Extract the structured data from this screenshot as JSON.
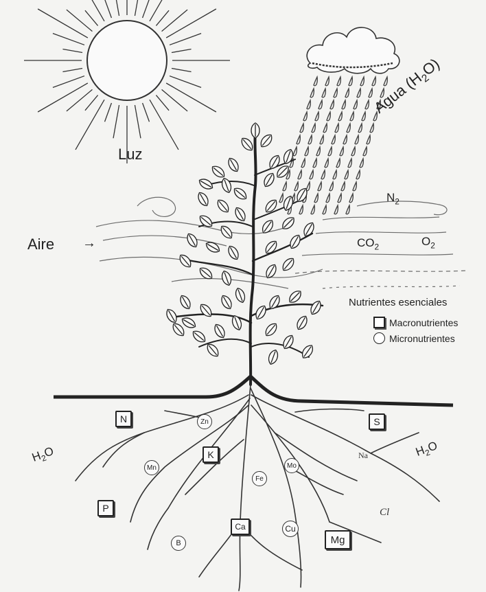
{
  "labels": {
    "light": "Luz",
    "water": "Agua (H",
    "water_sub": "2",
    "water_end": "O)",
    "air": "Aire",
    "n2": "N",
    "n2_sub": "2",
    "co2": "CO",
    "co2_sub": "2",
    "o2": "O",
    "o2_sub": "2",
    "h2o": "H",
    "h2o_sub": "2",
    "h2o_end": "O"
  },
  "legend": {
    "title": "Nutrientes esenciales",
    "macro": "Macronutrientes",
    "micro": "Micronutrientes"
  },
  "nutrients": {
    "macro": [
      "N",
      "K",
      "P",
      "S",
      "Ca",
      "Mg"
    ],
    "micro": [
      "Zn",
      "Mn",
      "Fe",
      "Mo",
      "Cu",
      "B"
    ],
    "soil_text": [
      "Na",
      "Cl"
    ]
  },
  "colors": {
    "ink": "#222222",
    "background": "#f4f4f2"
  }
}
